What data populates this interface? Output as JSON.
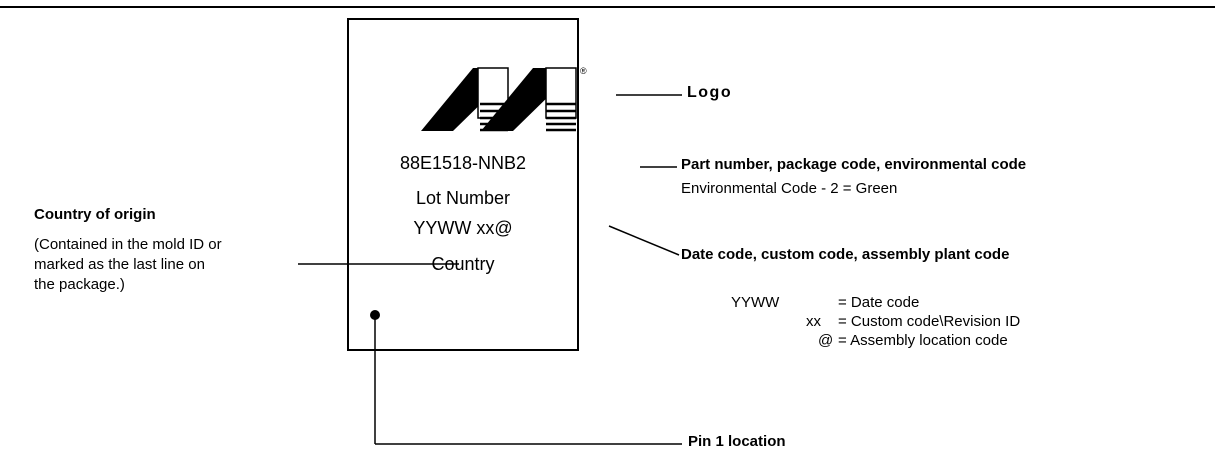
{
  "chip": {
    "part_number": "88E1518-NNB2",
    "lot_line": "Lot Number",
    "date_line": "YYWW xx@",
    "country_line": "Country",
    "registered_mark": "®"
  },
  "callouts": {
    "logo": "Logo",
    "part_title": "Part number, package code, environmental code",
    "part_sub": "Environmental Code - 2 = Green",
    "date_title": "Date code, custom code, assembly plant code",
    "country_title": "Country of origin",
    "country_desc": [
      "(Contained in the mold ID or",
      "marked as the last line on",
      "the package.)"
    ],
    "pin1": "Pin 1 location"
  },
  "legend": [
    {
      "key": "YYWW",
      "value": "= Date code"
    },
    {
      "key": "xx",
      "value": "= Custom code\\Revision ID"
    },
    {
      "key": "@",
      "value": "= Assembly location code"
    }
  ]
}
